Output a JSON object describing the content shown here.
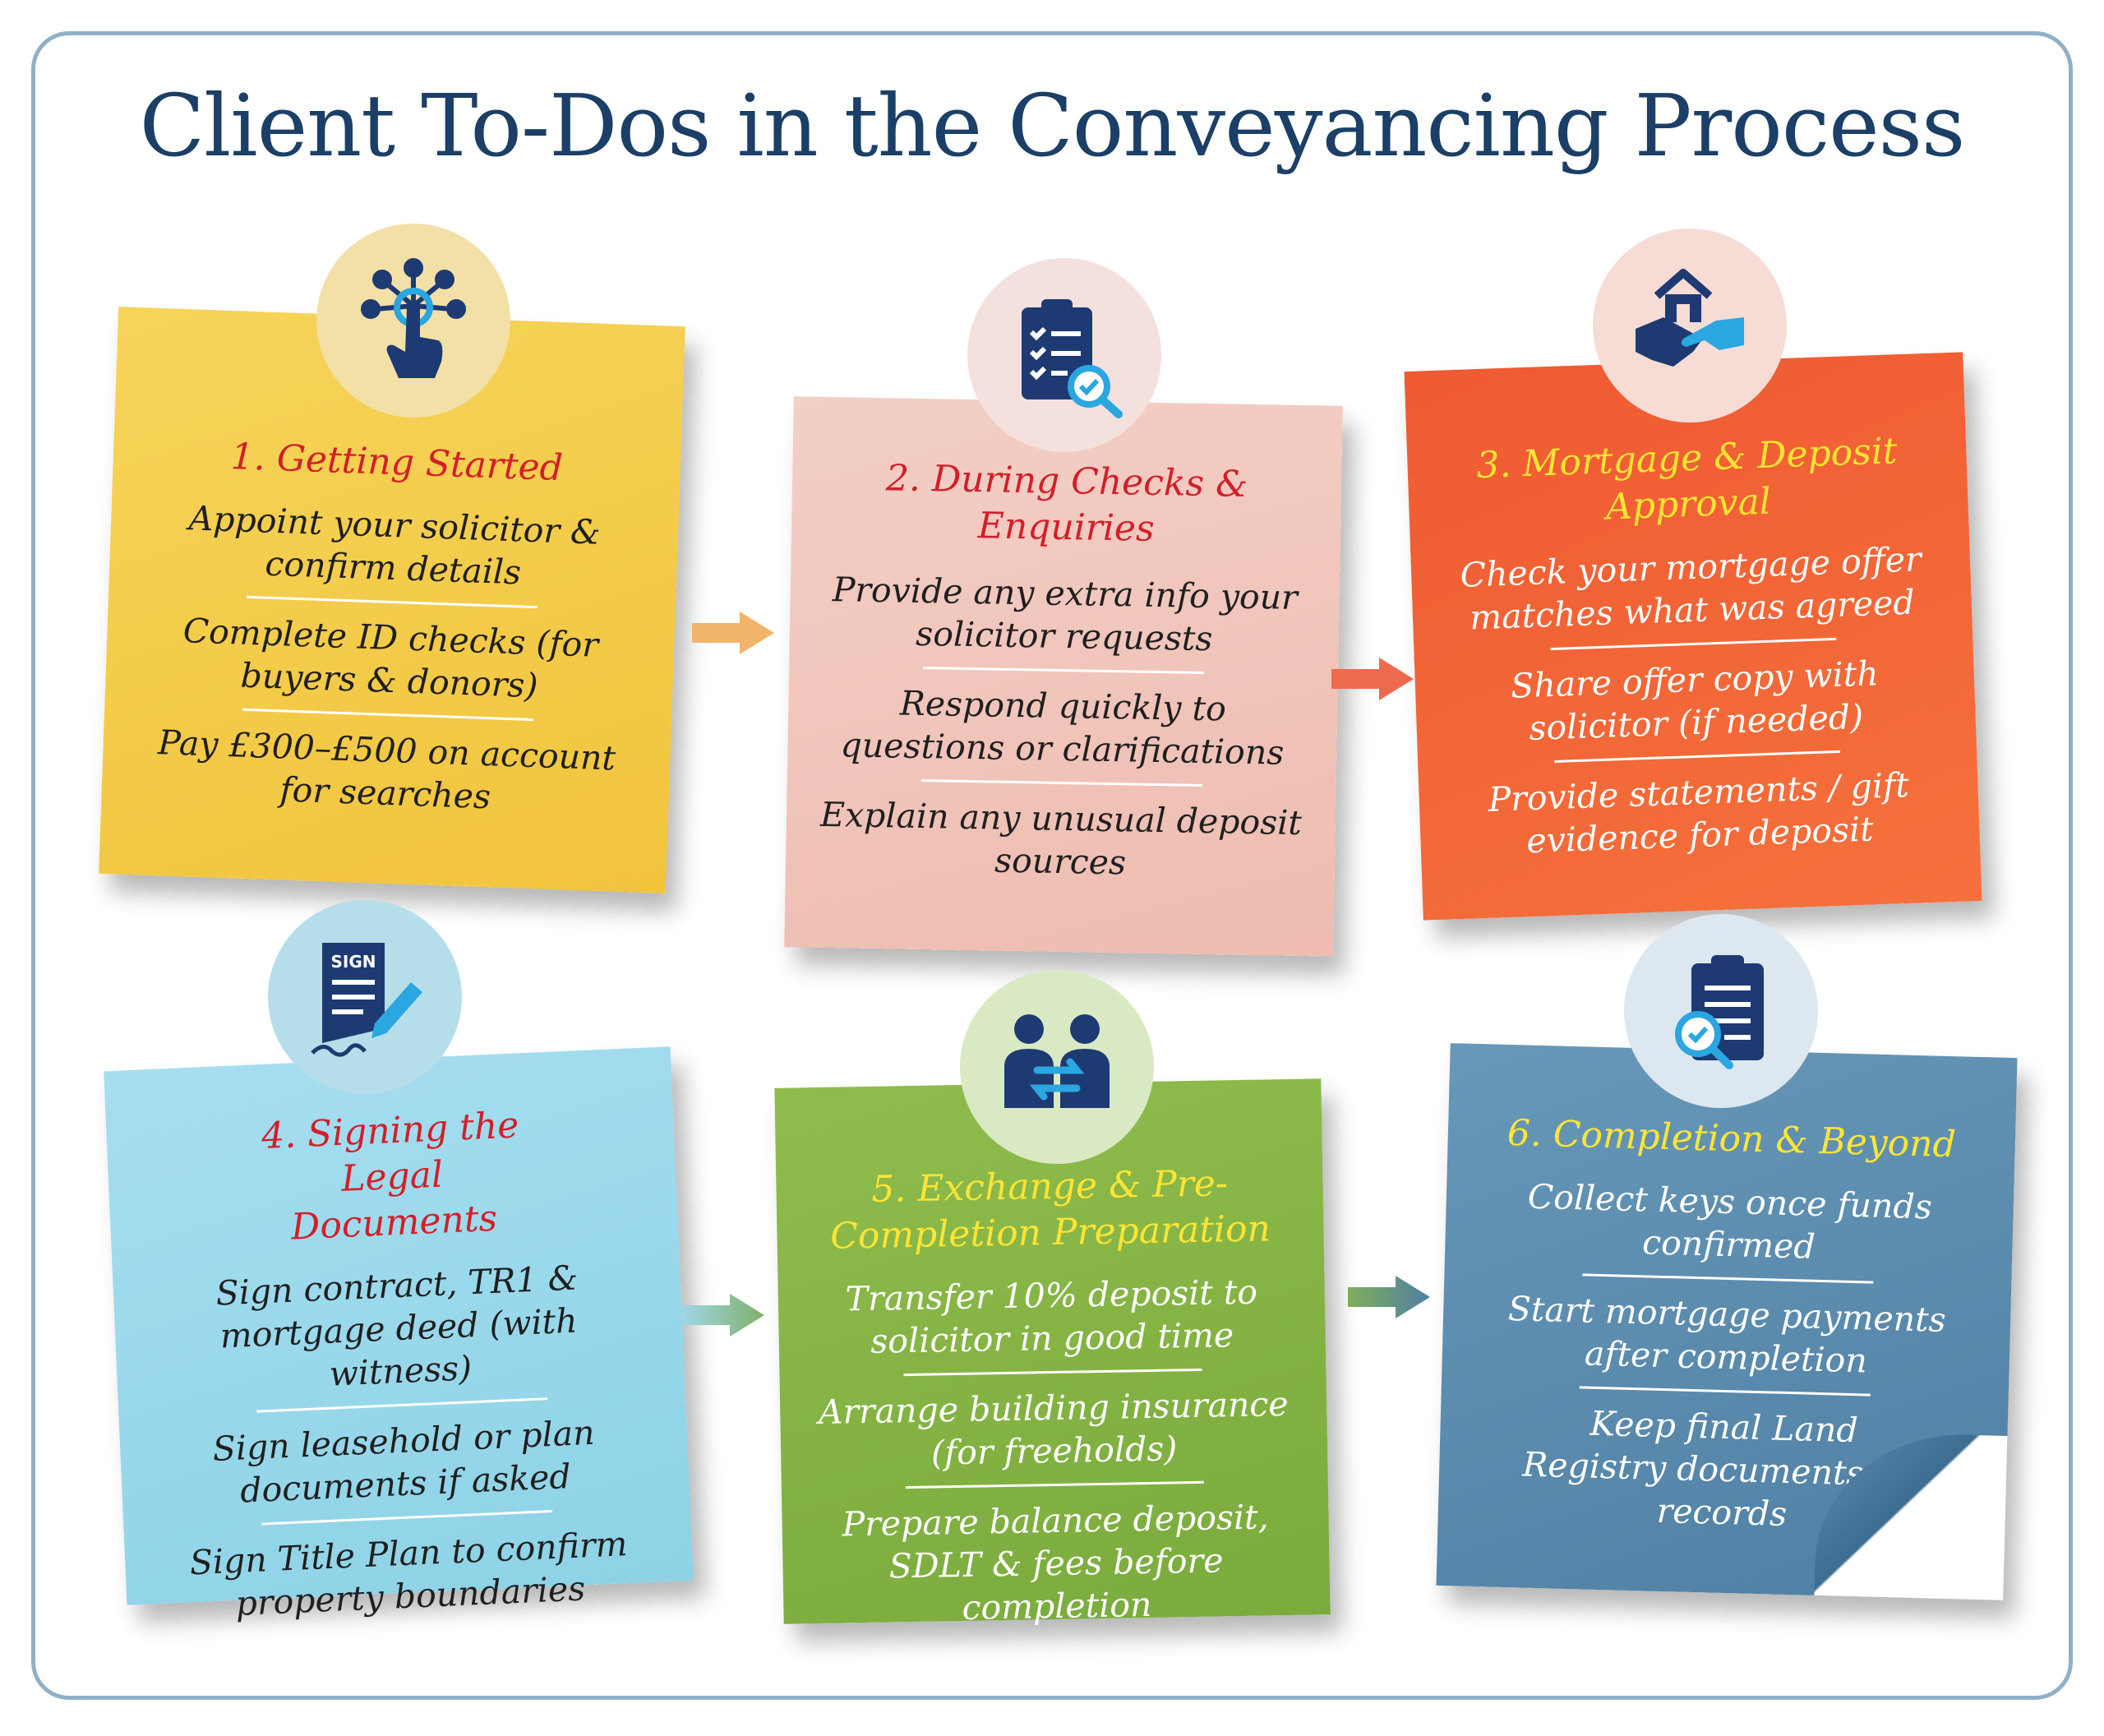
{
  "title": "Client To-Dos in the Conveyancing Process",
  "colors": {
    "frame": "#8fb0c8",
    "title": "#1b3f66",
    "icon": "#1e3a72",
    "accent": "#2aa6e0"
  },
  "steps": [
    {
      "heading": "1. Getting Started",
      "icon": "touch-network-icon",
      "items": [
        "Appoint your solicitor & confirm details",
        "Complete ID checks (for buyers & donors)",
        "Pay £300–£500 on account for searches"
      ]
    },
    {
      "heading": "2. During Checks & Enquiries",
      "icon": "clipboard-checklist-icon",
      "items": [
        "Provide any extra info your solicitor requests",
        "Respond quickly to questions or clarifications",
        "Explain any unusual deposit sources"
      ]
    },
    {
      "heading": "3. Mortgage & Deposit Approval",
      "icon": "house-handshake-icon",
      "items": [
        "Check your mortgage offer matches what was agreed",
        "Share offer copy with solicitor (if needed)",
        "Provide statements / gift evidence for deposit"
      ]
    },
    {
      "heading": "4. Signing the Legal Documents",
      "icon": "sign-document-icon",
      "icon_text": "SIGN",
      "items": [
        "Sign contract, TR1 & mortgage deed (with witness)",
        "Sign leasehold or plan documents if asked",
        "Sign Title Plan to confirm property boundaries"
      ]
    },
    {
      "heading": "5. Exchange & Pre-Completion Preparation",
      "icon": "people-exchange-icon",
      "items": [
        "Transfer 10% deposit to solicitor in good time",
        "Arrange building insurance (for freeholds)",
        "Prepare balance deposit, SDLT & fees before completion"
      ]
    },
    {
      "heading": "6. Completion & Beyond",
      "icon": "clipboard-magnifier-icon",
      "items": [
        "Collect keys once funds confirmed",
        "Start mortgage payments after completion",
        "Keep final Land Registry documents for records"
      ]
    }
  ]
}
